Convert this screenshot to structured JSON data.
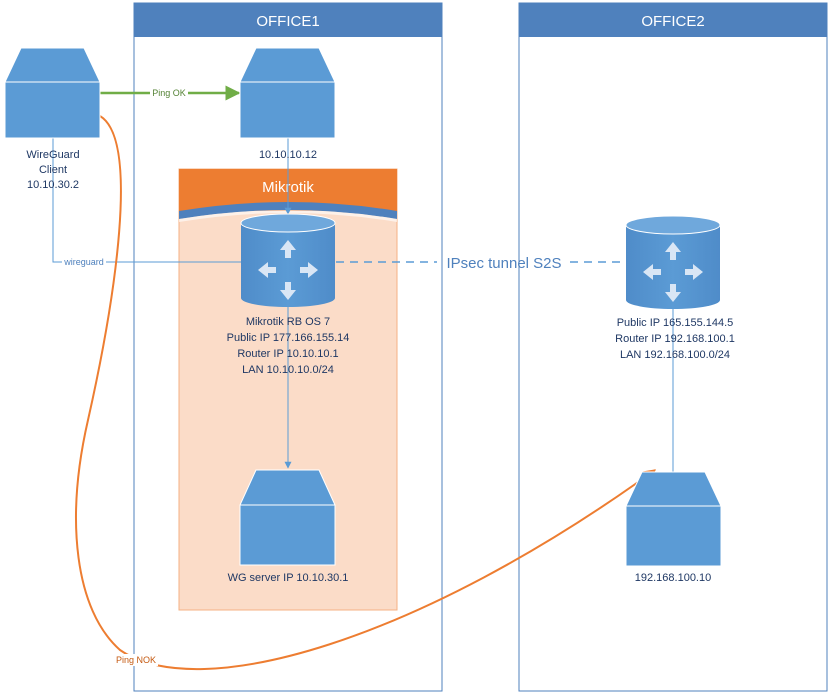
{
  "offices": {
    "office1": {
      "title": "OFFICE1"
    },
    "office2": {
      "title": "OFFICE2"
    }
  },
  "mikrotik_box": {
    "title": "Mikrotik"
  },
  "nodes": {
    "wg_client": {
      "lines": [
        "WireGuard",
        "Client",
        "10.10.30.2"
      ]
    },
    "host_office1": {
      "label": "10.10.10.12"
    },
    "mikrotik_router": {
      "lines": [
        "Mikrotik RB OS 7",
        "Public IP 177.166.155.14",
        "Router IP 10.10.10.1",
        "LAN 10.10.10.0/24"
      ]
    },
    "wg_server": {
      "label": "WG server IP 10.10.30.1"
    },
    "office2_router": {
      "lines": [
        "Public IP 165.155.144.5",
        "Router IP 192.168.100.1",
        "LAN 192.168.100.0/24"
      ]
    },
    "host_office2": {
      "label": "192.168.100.10"
    }
  },
  "links": {
    "ping_ok": "Ping OK",
    "wireguard": "wireguard",
    "ipsec": "IPsec tunnel S2S",
    "ping_nok": "Ping NOK"
  },
  "colors": {
    "header_blue": "#4f81bd",
    "node_blue": "#5b9bd5",
    "mikrotik_orange": "#ed7d31",
    "mikrotik_fill": "#fbdcc8",
    "ping_ok_green": "#70ad47",
    "ping_nok_orange": "#ed7d31",
    "line_blue": "#5b9bd5"
  }
}
